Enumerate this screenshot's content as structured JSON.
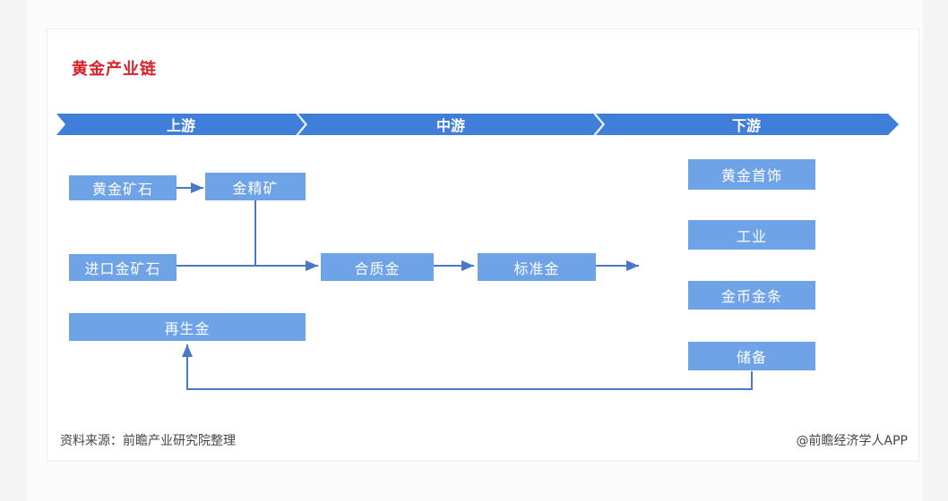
{
  "title": "黄金产业链",
  "stages": [
    {
      "label": "上游"
    },
    {
      "label": "中游"
    },
    {
      "label": "下游"
    }
  ],
  "upstream": {
    "gold_ore": "黄金矿石",
    "gold_concentrate": "金精矿",
    "imported_gold_ore": "进口金矿石",
    "recycled_gold": "再生金"
  },
  "midstream": {
    "alloy_gold": "合质金",
    "standard_gold": "标准金"
  },
  "downstream": {
    "jewelry": "黄金首饰",
    "industry": "工业",
    "coins_bars": "金币金条",
    "reserves": "储备"
  },
  "footer": {
    "source": "资料来源：前瞻产业研究院整理",
    "credit": "@前瞻经济学人APP"
  },
  "colors": {
    "band": "#3f7fd9",
    "box": "#6fa3e8",
    "line": "#4a78c8",
    "title": "#d7232a"
  }
}
